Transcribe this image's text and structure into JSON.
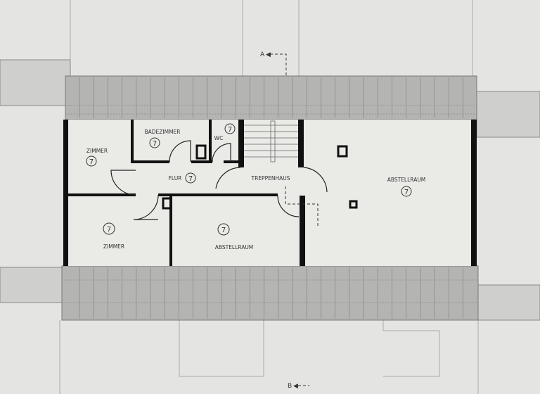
{
  "rooms": {
    "zimmer_upper": {
      "label": "ZIMMER",
      "number": "7"
    },
    "badezimmer": {
      "label": "BADEZIMMER",
      "number": "7"
    },
    "wc": {
      "label": "WC",
      "number": "7"
    },
    "flur": {
      "label": "FLUR",
      "number": "7"
    },
    "treppenhaus": {
      "label": "TREPPENHAUS"
    },
    "abstellraum_right": {
      "label": "ABSTELLRAUM",
      "number": "7"
    },
    "zimmer_lower": {
      "label": "ZIMMER",
      "number": "7"
    },
    "abstellraum_lower": {
      "label": "ABSTELLRAUM",
      "number": "7"
    }
  },
  "section_markers": {
    "a": "A",
    "b": "B"
  },
  "colors": {
    "background": "#e4e5e2",
    "roof": "#b4b5b3",
    "floor": "#eaebe7",
    "wall": "#111111"
  }
}
